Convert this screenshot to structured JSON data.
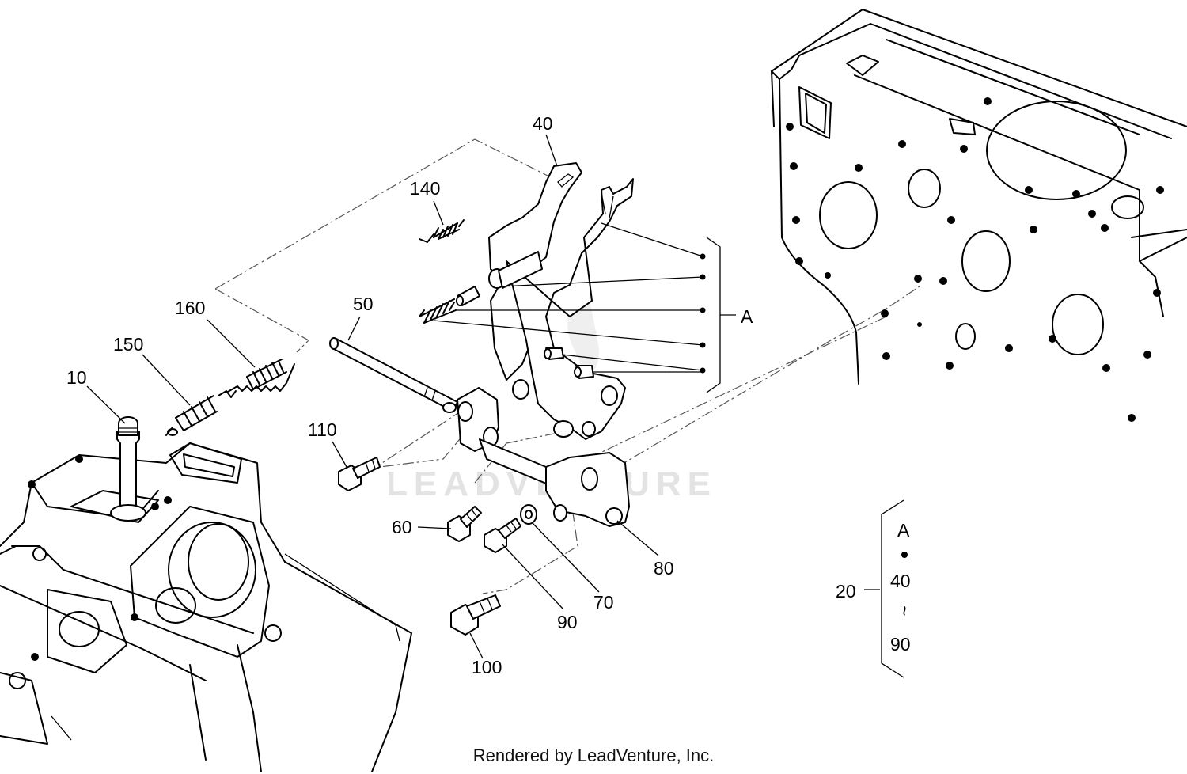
{
  "parts": {
    "p10": "10",
    "p20": "20",
    "p40": "40",
    "p50": "50",
    "p60": "60",
    "p70": "70",
    "p80": "80",
    "p90": "90",
    "p100": "100",
    "p110": "110",
    "p140": "140",
    "p150": "150",
    "p160": "160"
  },
  "group_a": {
    "label": "A"
  },
  "kit_legend": {
    "group": "A",
    "range_start": "40",
    "range_sep": "~",
    "range_end": "90"
  },
  "watermark": "LEADVENTURE",
  "credit": "Rendered by LeadVenture, Inc."
}
